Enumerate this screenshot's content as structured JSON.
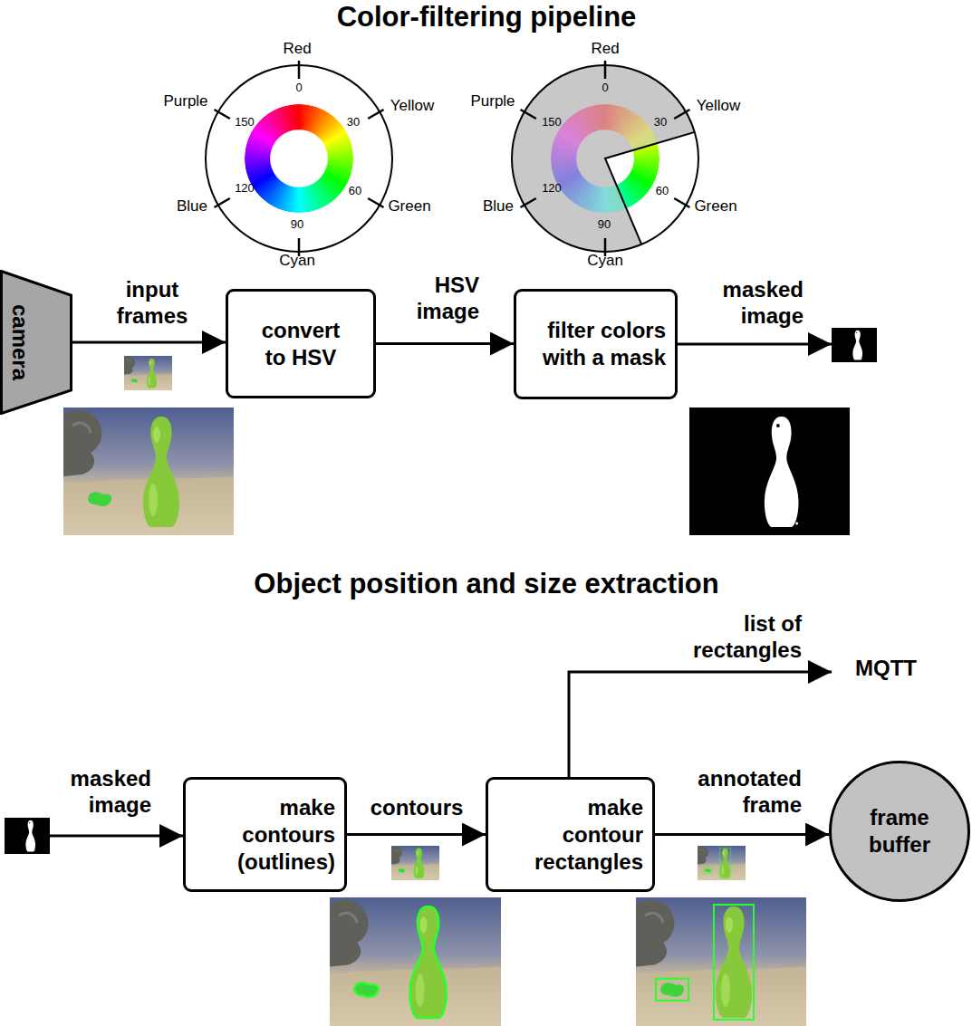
{
  "diagram": {
    "title": "Color-filtering pipeline",
    "nodes": [
      {
        "text": [
          "camera"
        ]
      },
      {
        "text": [
          "convert to HSV"
        ]
      },
      {
        "text": [
          "filter colors with a mask"
        ]
      },
      {
        "text": [
          "make contours (outlines)"
        ]
      },
      {
        "text": [
          "make contour rectangles"
        ]
      },
      {
        "text": [
          "frame buffer"
        ]
      }
    ],
    "edges": [
      {
        "from": 0,
        "to": 1,
        "arrow": "to",
        "label": "input frames"
      },
      {
        "from": 1,
        "to": 2,
        "arrow": "to",
        "label": "HSV image"
      },
      {
        "from": 3,
        "to": 4,
        "arrow": "to",
        "label": "contours"
      },
      {
        "from": 4,
        "to": 5,
        "arrow": "to",
        "label": "annotated frame"
      }
    ],
    "labels": [
      "Red",
      "0",
      "Yellow",
      "30",
      "Green",
      "60",
      "Cyan",
      "90",
      "Blue",
      "120",
      "Purple",
      "150",
      "Red",
      "0",
      "Yellow",
      "30",
      "Green",
      "60",
      "Cyan",
      "90",
      "Blue",
      "120",
      "Purple",
      "150",
      "masked image",
      "Object position and size extraction",
      "masked image",
      "list of rectangles",
      "MQTT"
    ]
  }
}
